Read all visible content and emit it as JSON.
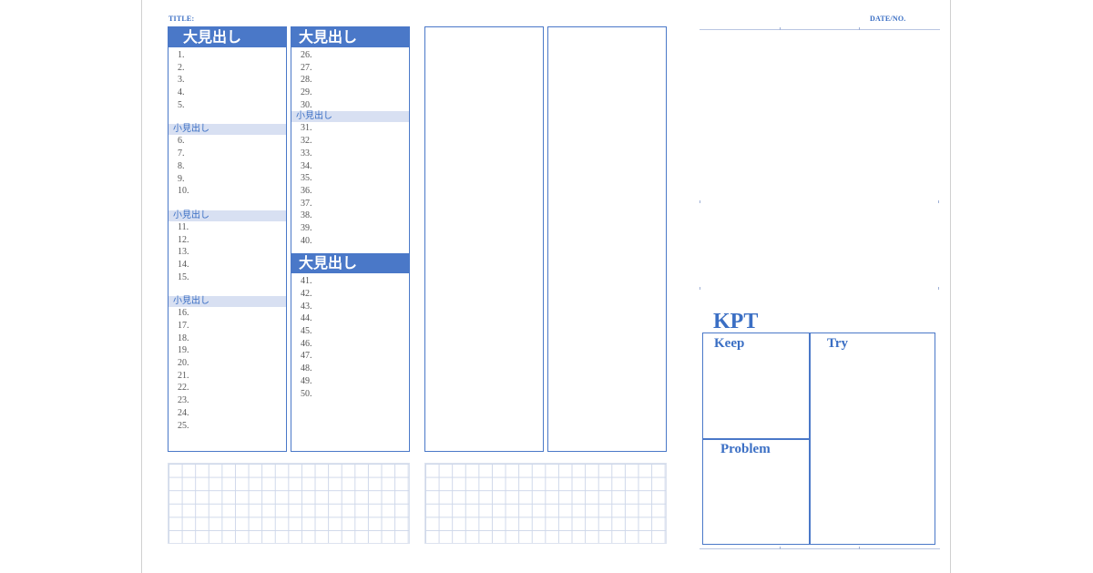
{
  "header": {
    "title_label": "TITLE:",
    "date_label": "DATE/NO."
  },
  "col1": {
    "heading": "大見出し",
    "sections": [
      {
        "subheading": "",
        "items": [
          "1.",
          "2.",
          "3.",
          "4.",
          "5."
        ]
      },
      {
        "subheading": "小見出し",
        "items": [
          "6.",
          "7.",
          "8.",
          "9.",
          "10."
        ]
      },
      {
        "subheading": "小見出し",
        "items": [
          "11.",
          "12.",
          "13.",
          "14.",
          "15."
        ]
      },
      {
        "subheading": "小見出し",
        "items": [
          "16.",
          "17.",
          "18.",
          "19.",
          "20.",
          "21.",
          "22.",
          "23.",
          "24.",
          "25."
        ]
      }
    ]
  },
  "col2": {
    "heading": "大見出し",
    "items_a": [
      "26.",
      "27.",
      "28.",
      "29.",
      "30."
    ],
    "subheading": "小見出し",
    "items_b": [
      "31.",
      "32.",
      "33.",
      "34.",
      "35.",
      "36.",
      "37.",
      "38.",
      "39.",
      "40."
    ],
    "heading2": "大見出し",
    "items_c": [
      "41.",
      "42.",
      "43.",
      "44.",
      "45.",
      "46.",
      "47.",
      "48.",
      "49.",
      "50."
    ]
  },
  "kpt": {
    "title": "KPT",
    "keep": "Keep",
    "try": "Try",
    "problem": "Problem"
  }
}
